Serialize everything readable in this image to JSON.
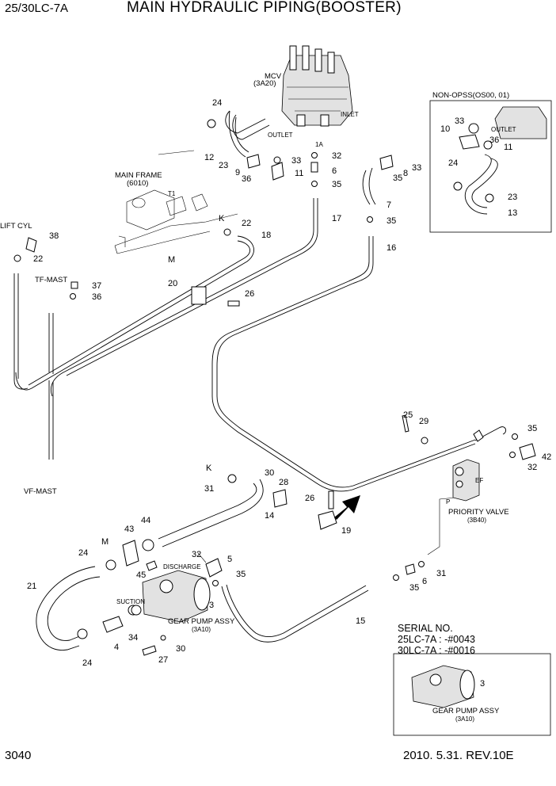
{
  "header": {
    "model": "25/30LC-7A",
    "title": "MAIN HYDRAULIC PIPING(BOOSTER)"
  },
  "footer": {
    "page_number": "3040",
    "revision": "2010. 5.31.  REV.10E"
  },
  "serial": {
    "heading": "SERIAL NO.",
    "line1": "25LC-7A : -#0043",
    "line2": "30LC-7A : -#0016"
  },
  "labels": {
    "mcv": "MCV",
    "mcv_ref": "(3A20)",
    "outlet": "OUTLET",
    "inlet": "INLET",
    "port_1a": "1A",
    "main_frame": "MAIN FRAME",
    "main_frame_ref": "(6010)",
    "t1": "T1",
    "lift_cyl": "LIFT CYL",
    "tf_mast": "TF-MAST",
    "vf_mast": "VF-MAST",
    "non_opss": "NON-OPSS(OS00, 01)",
    "outlet2": "OUTLET",
    "priority_valve": "PRIORITY VALVE",
    "priority_valve_ref": "(3B40)",
    "ef": "EF",
    "port_p": "P",
    "discharge": "DISCHARGE",
    "suction": "SUCTION",
    "gear_pump": "GEAR PUMP ASSY",
    "gear_pump_ref": "(3A10)",
    "gear_pump2": "GEAR PUMP ASSY",
    "gear_pump2_ref": "(3A10)",
    "k1": "K",
    "k2": "K",
    "m1": "M",
    "m2": "M"
  },
  "parts": {
    "p24a": "24",
    "p12": "12",
    "p23a": "23",
    "p9": "9",
    "p36a": "36",
    "p33a": "33",
    "p11a": "11",
    "p32a": "32",
    "p6a": "6",
    "p35a": "35",
    "p8": "8",
    "p33b": "33",
    "p35b": "35",
    "p7": "7",
    "p35c": "35",
    "p17": "17",
    "p22a": "22",
    "p18": "18",
    "p38": "38",
    "p22b": "22",
    "p16": "16",
    "p37": "37",
    "p36b": "36",
    "p20": "20",
    "p26a": "26",
    "p33c": "33",
    "p10": "10",
    "p36c": "36",
    "p11b": "11",
    "p24b": "24",
    "p23b": "23",
    "p13": "13",
    "p25": "25",
    "p29": "29",
    "p35d": "35",
    "p42": "42",
    "p32b": "32",
    "p31a": "31",
    "p30a": "30",
    "p28": "28",
    "p14": "14",
    "p26b": "26",
    "p19": "19",
    "p43": "43",
    "p44": "44",
    "p24c": "24",
    "p45": "45",
    "p32c": "32",
    "p5": "5",
    "p35e": "35",
    "p31b": "31",
    "p6b": "6",
    "p35f": "35",
    "p21": "21",
    "p3a": "3",
    "p34": "34",
    "p4": "4",
    "p27": "27",
    "p30b": "30",
    "p24d": "24",
    "p15": "15",
    "p3b": "3"
  }
}
